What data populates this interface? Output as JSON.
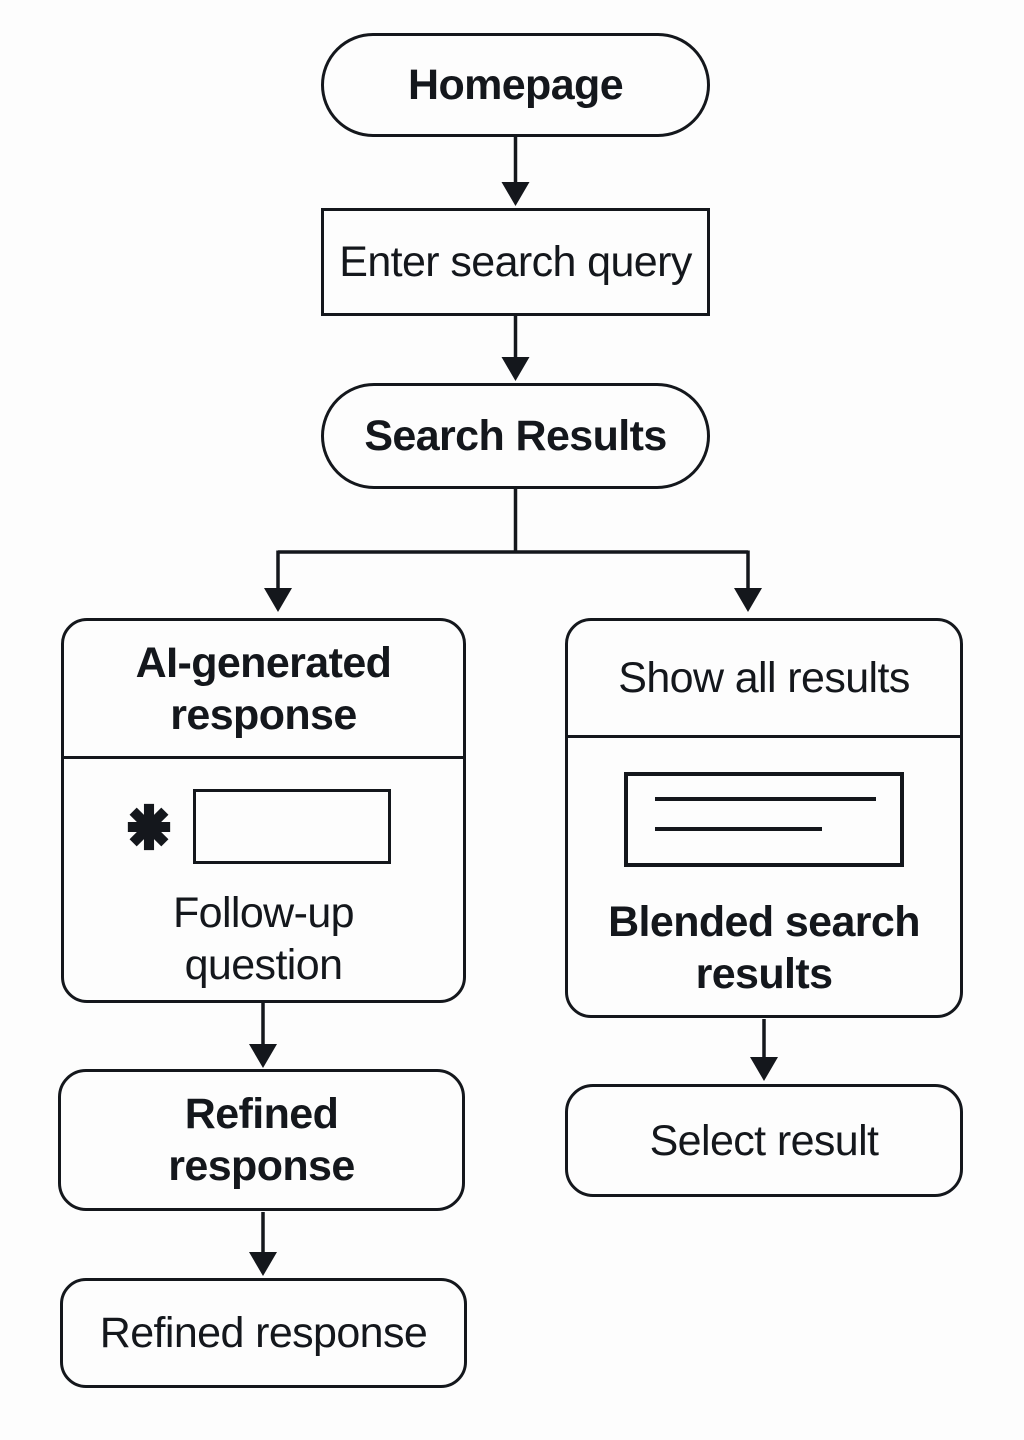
{
  "diagram": {
    "type": "flowchart",
    "colors": {
      "ink": "#14171c",
      "background": "#fdfdfd"
    },
    "nodes": {
      "homepage": {
        "label": "Homepage",
        "shape": "pill",
        "emphasis": "bold"
      },
      "enter_query": {
        "label": "Enter search query",
        "shape": "rectangle",
        "emphasis": "regular"
      },
      "search_results": {
        "label": "Search Results",
        "shape": "pill",
        "emphasis": "bold"
      },
      "ai_card": {
        "title": "AI-generated response",
        "icon": "asterisk-input-icon",
        "caption": "Follow-up question"
      },
      "show_all_card": {
        "title": "Show all results",
        "icon": "document-lines-icon",
        "caption": "Blended search results"
      },
      "refined_response_main": {
        "label": "Refined response",
        "emphasis": "bold"
      },
      "refined_response_final": {
        "label": "Refined response",
        "emphasis": "regular"
      },
      "select_result": {
        "label": "Select result",
        "emphasis": "regular"
      }
    },
    "edges": [
      {
        "from": "homepage",
        "to": "enter_query"
      },
      {
        "from": "enter_query",
        "to": "search_results"
      },
      {
        "from": "search_results",
        "to": "ai_card"
      },
      {
        "from": "search_results",
        "to": "show_all_card"
      },
      {
        "from": "ai_card",
        "to": "refined_response_main"
      },
      {
        "from": "refined_response_main",
        "to": "refined_response_final"
      },
      {
        "from": "show_all_card",
        "to": "select_result"
      }
    ]
  }
}
